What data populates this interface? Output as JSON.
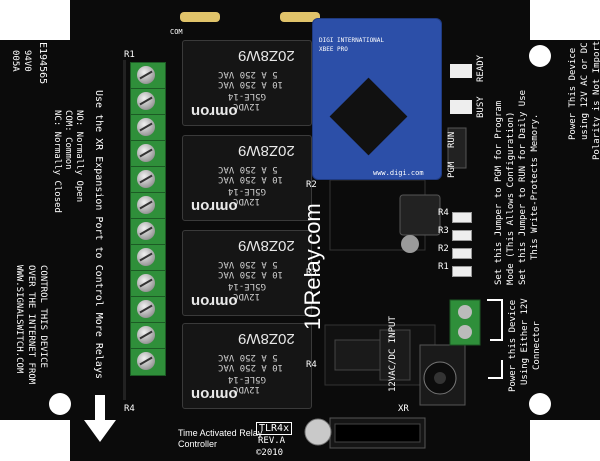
{
  "board": {
    "colors": {
      "pcb": "#0a0a0a",
      "terminal": "#2f8f3a",
      "xbee": "#2c4fa8",
      "silk": "#ffffff",
      "led": "#f0f0f0"
    },
    "cert_mark": "E194565",
    "cert_code": "94V0",
    "cert_sub": "005A",
    "brand_url": "10Relay.com",
    "product": "Time Activated Relay Controller",
    "model": "TLR4x",
    "revision": "REV.A",
    "copyright": "©2010",
    "xbee_vendor": "www.digi.com",
    "xbee_label": "DIGI INTERNATIONAL",
    "xbee_model": "XBEE PRO",
    "relay_code": "20Z8W9",
    "relay_spec_1": "5 A 250 VAC",
    "relay_spec_2": "10 A 250 VAC",
    "relay_part": "G5LE-14",
    "relay_volt": "12VDC",
    "relay_brand": "omron"
  },
  "labels": {
    "r1": "R1",
    "r2": "R2",
    "r3": "R3",
    "r4": "R4",
    "led_r1": "R1",
    "led_r2": "R2",
    "led_r3": "R3",
    "led_r4": "R4",
    "ready": "READY",
    "busy": "BUSY",
    "pgm": "PGM",
    "run": "RUN",
    "xr": "XR",
    "com": "COM",
    "input": "12VAC/DC INPUT",
    "expansion": "Use the XR Expansion Port to Control More Relays",
    "no": "NO:  Normally Open",
    "com_desc": "COM:  Common",
    "nc": "NC:  Normally Closed",
    "control_1": "CONTROL THIS DEVICE",
    "control_2": "OVER THE INTERNET FROM",
    "control_3": "WWW.SIGNALSWITCH.COM",
    "power_1": "Power This Device",
    "power_2": "using 12V AC or DC",
    "power_3": "Polarity is Not Important",
    "jumper_1": "Set this Jumper to PGM for Program",
    "jumper_2": "Mode (This Allows Configuration)",
    "jumper_3": "Set this Jumper to RUN for Daily Use",
    "jumper_4": "This Write-Protects Memory.",
    "conn_1": "Power this Device",
    "conn_2": "Using Either 12V",
    "conn_3": "Connector"
  }
}
